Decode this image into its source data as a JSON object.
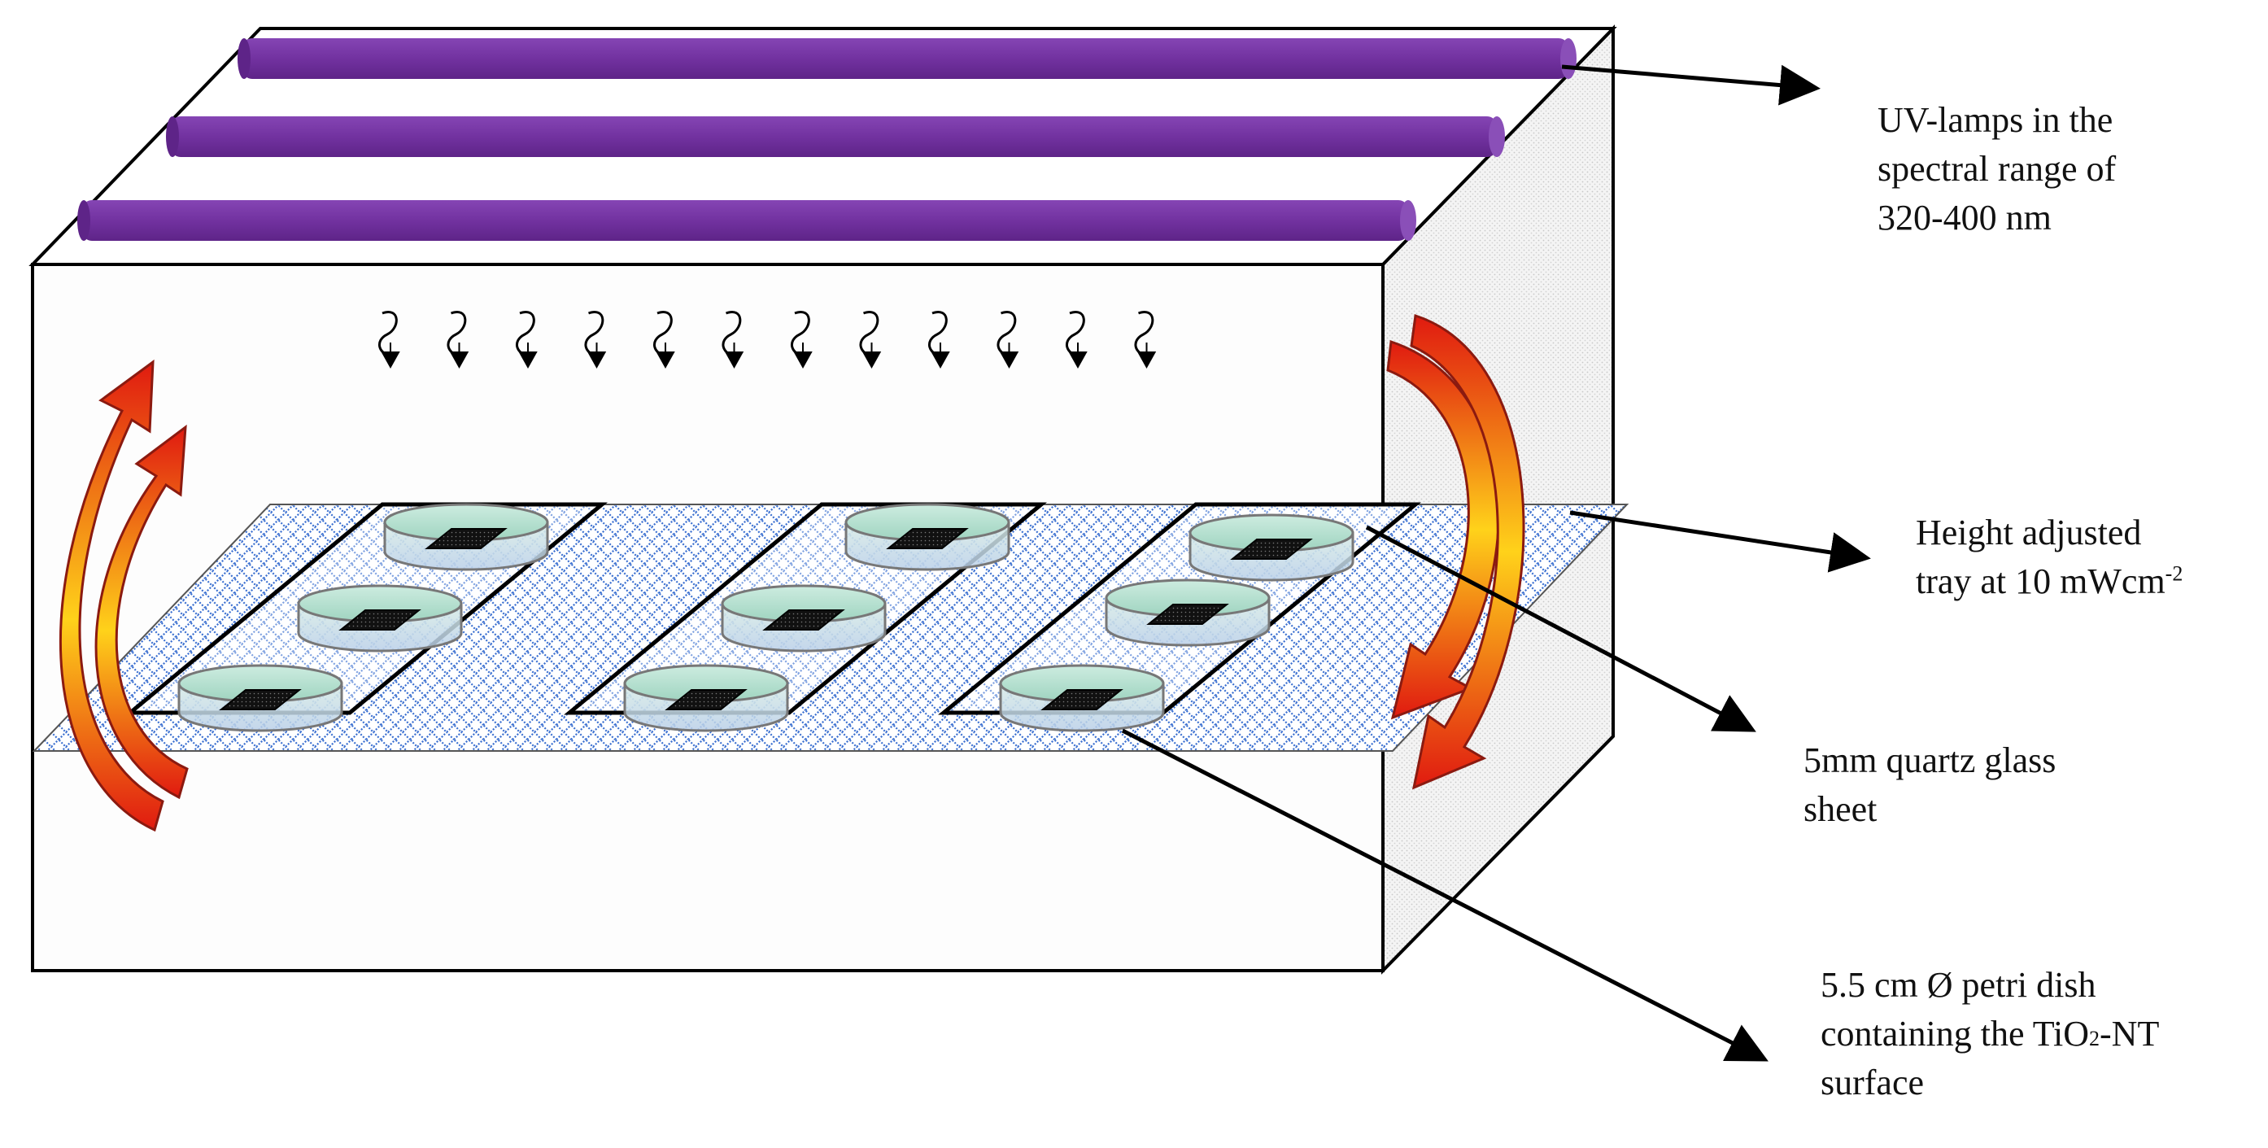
{
  "labels": {
    "uv_lamps": "UV-lamps in the\nspectral range of\n320-400 nm",
    "tray_line1": "Height adjusted",
    "tray_line2_prefix": "tray at 10 mWcm",
    "tray_superscript": "-2",
    "quartz": "5mm quartz glass\nsheet",
    "petri_line1": "5.5 cm Ø petri dish",
    "petri_line2_prefix": "containing the TiO",
    "petri_subscript": "2",
    "petri_line2_suffix": "-NT",
    "petri_line3": "surface"
  },
  "colors": {
    "lamp": "#7232a0",
    "lamp_end": "#8a4fb8",
    "mesh": "#3a6fd0",
    "dish_liquid": "#a9dcc8",
    "sample": "#111111",
    "arrow_hot": "#e82018",
    "arrow_warm": "#ffd21a"
  },
  "icons": {
    "uv_rays": "squiggle-down-arrow",
    "convection": "curved-gradient-arrow"
  }
}
